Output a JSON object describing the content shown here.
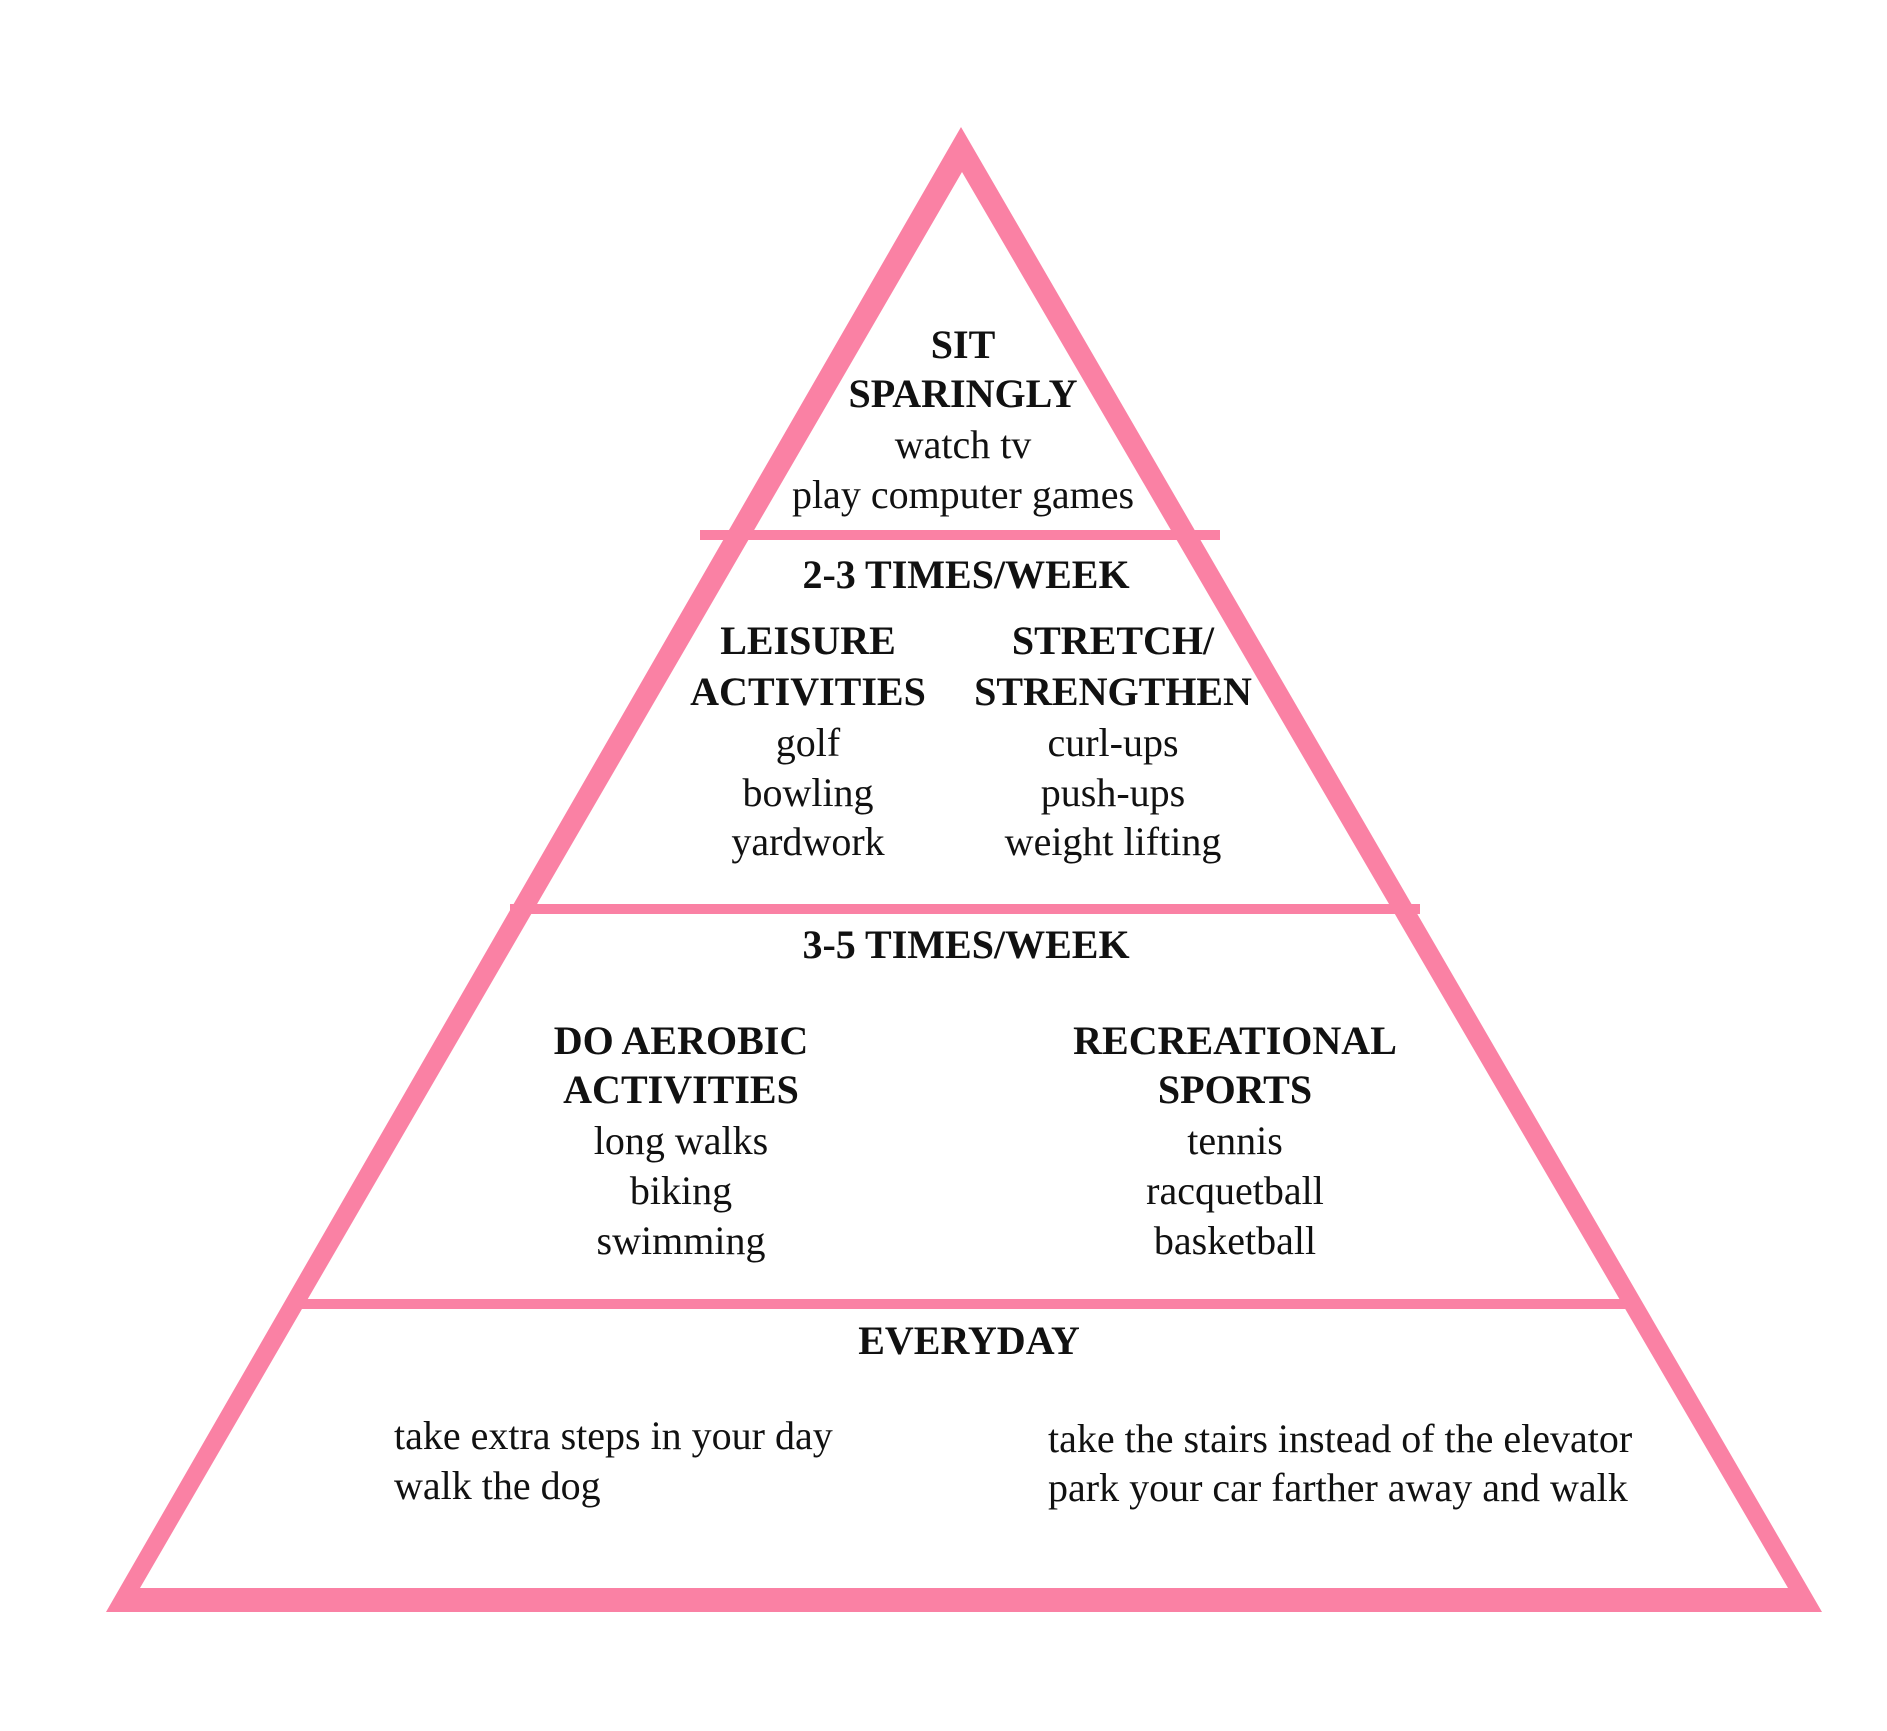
{
  "colors": {
    "pyramid": "#fa81a4",
    "text": "#111111"
  },
  "tiers": {
    "top": {
      "heading1": "SIT",
      "heading2": "SPARINGLY",
      "items": [
        "watch tv",
        "play computer games"
      ]
    },
    "second": {
      "frequency": "2-3 TIMES/WEEK",
      "left": {
        "heading1": "LEISURE",
        "heading2": "ACTIVITIES",
        "items": [
          "golf",
          "bowling",
          "yardwork"
        ]
      },
      "right": {
        "heading1": "STRETCH/",
        "heading2": "STRENGTHEN",
        "items": [
          "curl-ups",
          "push-ups",
          "weight lifting"
        ]
      }
    },
    "third": {
      "frequency": "3-5 TIMES/WEEK",
      "left": {
        "heading1": "DO AEROBIC",
        "heading2": "ACTIVITIES",
        "items": [
          "long walks",
          "biking",
          "swimming"
        ]
      },
      "right": {
        "heading1": "RECREATIONAL",
        "heading2": "SPORTS",
        "items": [
          "tennis",
          "racquetball",
          "basketball"
        ]
      }
    },
    "base": {
      "frequency": "EVERYDAY",
      "left": [
        "take extra steps in your day",
        "walk the dog"
      ],
      "right": [
        "take the stairs instead of the elevator",
        "park your car farther away and walk"
      ]
    }
  }
}
